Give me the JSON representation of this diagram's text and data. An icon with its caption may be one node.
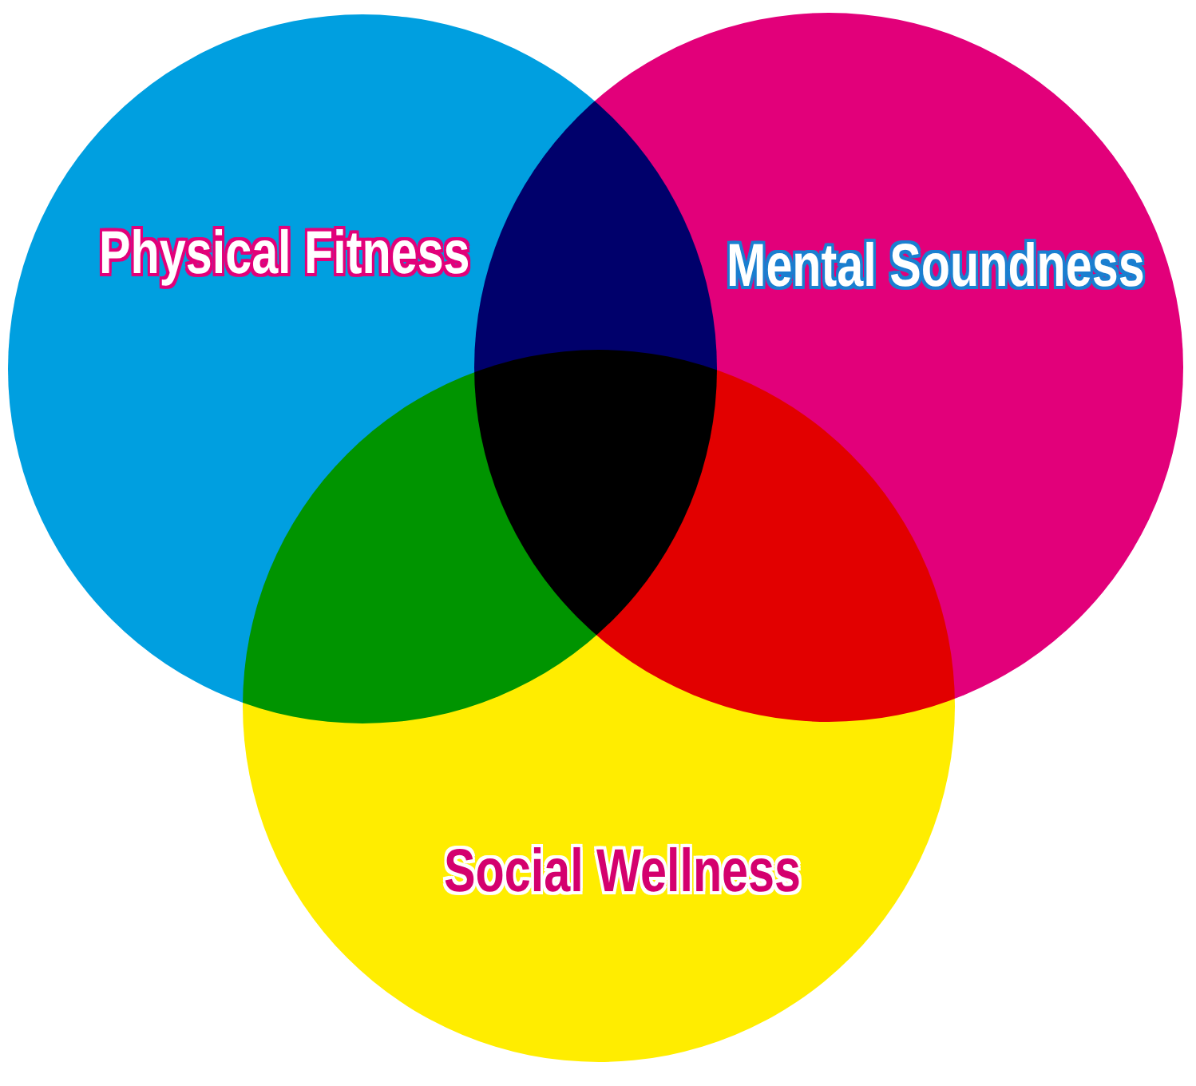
{
  "diagram": {
    "nodes": [
      {
        "text": [
          "Physical Fitness"
        ]
      },
      {
        "text": [
          "Mental Soundness"
        ]
      },
      {
        "text": [
          "Social Wellness"
        ]
      }
    ]
  }
}
